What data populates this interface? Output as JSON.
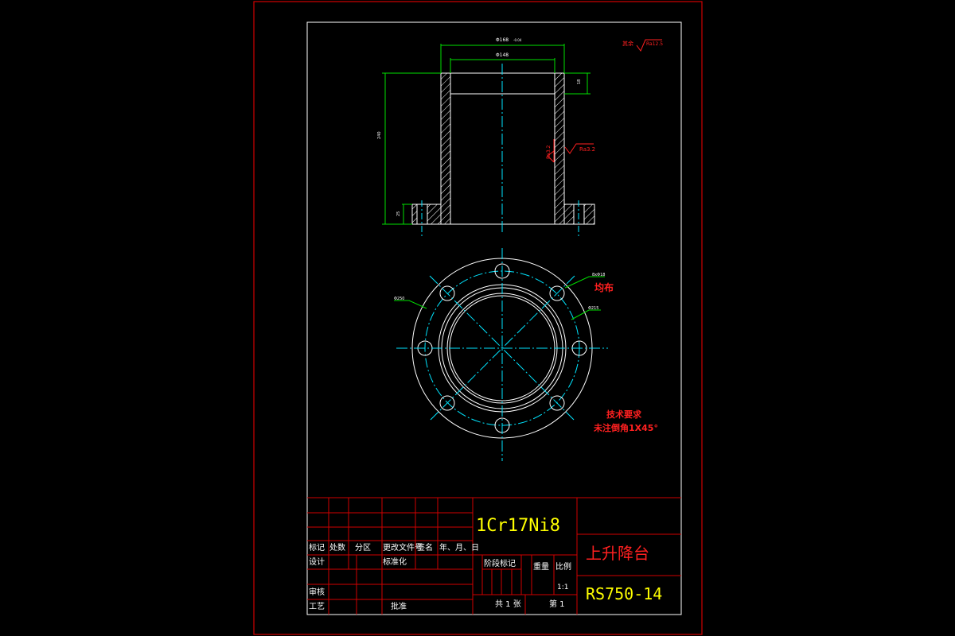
{
  "drawing": {
    "surface_finish_note": "其余",
    "surface_finish_value": "Ra12.5",
    "dim_outer_top": "Φ168",
    "dim_outer_tol": "-0.04",
    "dim_inner_top": "Φ148",
    "dim_top_height": "18",
    "dim_total_height": "240",
    "dim_flange_height": "25",
    "roughness_side_left": "Ra3.2",
    "roughness_side_right": "Ra3.2",
    "dim_holes": "8xΦ18",
    "holes_note": "均布",
    "dim_bolt_circle": "Φ250",
    "dim_flange_outer": "Φ215",
    "tech_req_title": "技术要求",
    "tech_req_line": "未注倒角1X45°"
  },
  "title_block": {
    "material": "1Cr17Ni8",
    "part_name": "上升降台",
    "drawing_no": "RS750-14",
    "h_mark": "标记",
    "h_count": "处数",
    "h_zone": "分区",
    "h_change_doc": "更改文件号",
    "h_signature": "签名",
    "h_date": "年、月、日",
    "h_design": "设计",
    "h_standardize": "标准化",
    "h_review": "审核",
    "h_process": "工艺",
    "h_approve": "批准",
    "h_stage_mark": "阶段标记",
    "h_weight": "重量",
    "h_scale": "比例",
    "scale_value": "1:1",
    "sheets_total": "共 1 张",
    "sheet_no": "第 1"
  }
}
